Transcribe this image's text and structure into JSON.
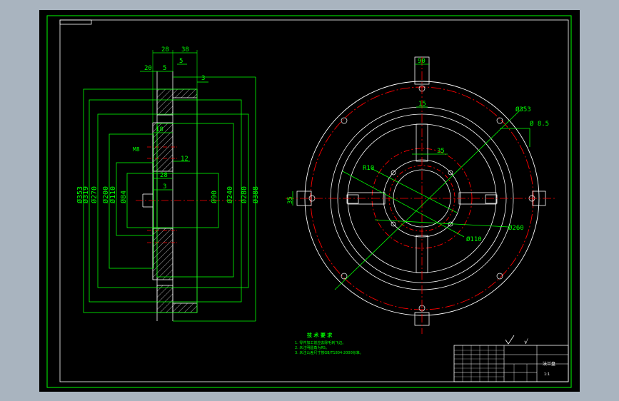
{
  "colors": {
    "workspace": "#a9b4bf",
    "paper": "#000000",
    "border": "#00ff00",
    "geometry": "#ffffff",
    "center_line": "#ff0000",
    "dimension": "#00ff00"
  },
  "side_view": {
    "horizontal_dims": [
      "28",
      "38",
      "20",
      "5",
      "5",
      "3",
      "18",
      "12",
      "28",
      "3"
    ],
    "hole_label": "M8",
    "diameter_dims": [
      "Ø353",
      "Ø319",
      "Ø270",
      "Ø200",
      "Ø110",
      "Ø84",
      "Ø90",
      "Ø240",
      "Ø280",
      "Ø388"
    ]
  },
  "front_view": {
    "top_width": "90",
    "inner_width": "15",
    "slot_width": "35",
    "left_width": "35",
    "radius": "R10",
    "outer_diameter": "Ø353",
    "hole_size": "Ø 8.5",
    "pitch_circle_1": "Ø260",
    "pitch_circle_2": "Ø110"
  },
  "technical_requirements": {
    "title": "技 术 要 求",
    "items": [
      "1. 零件加工前应去除毛刺飞边。",
      "2. 未注明圆角为R5。",
      "3. 未注公差尺寸按GB/T1804-2000标准。"
    ]
  },
  "surface_mark": "√",
  "title_block": {
    "drawing_name": "法兰盘",
    "scale": "1:1"
  }
}
